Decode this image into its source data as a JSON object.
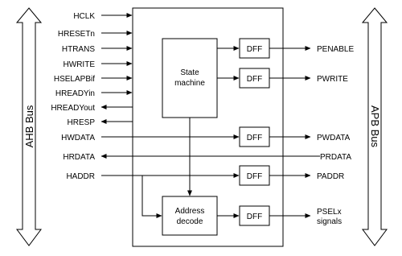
{
  "bus_labels": {
    "ahb": "AHB Bus",
    "apb": "APB Bus"
  },
  "blocks": {
    "state_machine": [
      "State",
      "machine"
    ],
    "address_decode": [
      "Address",
      "decode"
    ],
    "dff": "DFF"
  },
  "ahb_signals": [
    {
      "name": "HCLK",
      "dir": "in"
    },
    {
      "name": "HRESETn",
      "dir": "in"
    },
    {
      "name": "HTRANS",
      "dir": "in"
    },
    {
      "name": "HWRITE",
      "dir": "in"
    },
    {
      "name": "HSELAPBif",
      "dir": "in"
    },
    {
      "name": "HREADYin",
      "dir": "in"
    },
    {
      "name": "HREADYout",
      "dir": "out"
    },
    {
      "name": "HRESP",
      "dir": "out"
    },
    {
      "name": "HWDATA",
      "dir": "in"
    },
    {
      "name": "HRDATA",
      "dir": "out"
    },
    {
      "name": "HADDR",
      "dir": "in"
    }
  ],
  "apb_signals": [
    {
      "name": "PENABLE"
    },
    {
      "name": "PWRITE"
    },
    {
      "name": "PWDATA"
    },
    {
      "name": "PRDATA"
    },
    {
      "name": "PADDR"
    },
    {
      "name": "PSELx",
      "line2": "signals"
    }
  ]
}
